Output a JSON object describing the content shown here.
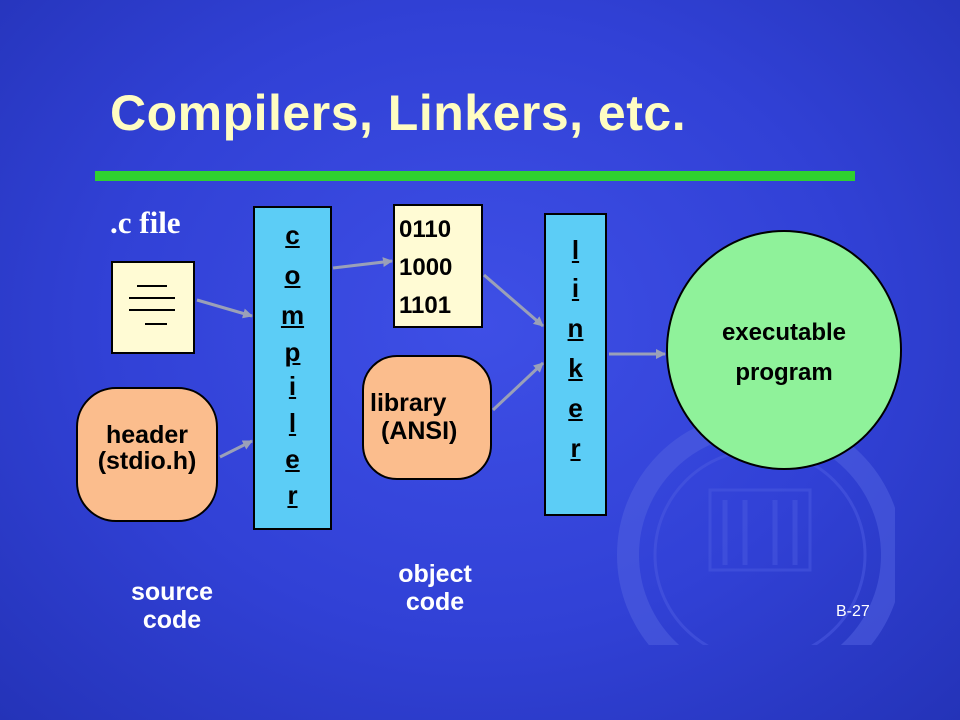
{
  "slide": {
    "title": "Compilers, Linkers, etc.",
    "number": "B-27"
  },
  "source": {
    "cfile_label": ".c file",
    "header_line1": "header",
    "header_line2": "(stdio.h)",
    "caption_line1": "source",
    "caption_line2": "code"
  },
  "compiler": {
    "letters": [
      "c",
      "o",
      "m",
      "p",
      "i",
      "l",
      "e",
      "r"
    ]
  },
  "object": {
    "binary": [
      "0110",
      "1000",
      "1101"
    ],
    "library_line1": "library",
    "library_line2": "(ANSI)",
    "caption_line1": "object",
    "caption_line2": "code"
  },
  "linker": {
    "letters": [
      "l",
      "i",
      "n",
      "k",
      "e",
      "r"
    ]
  },
  "output": {
    "line1": "executable",
    "line2": "program"
  },
  "colors": {
    "background": "#3141d6",
    "title": "#fffdc2",
    "rule": "#2fd12f",
    "document": "#fffbd4",
    "rounded_box": "#fbbd8d",
    "tool_box": "#5ccdf6",
    "program": "#8ff29a",
    "arrow": "#9aa0b8"
  }
}
